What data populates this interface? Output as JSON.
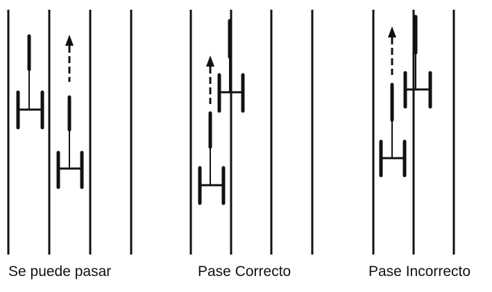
{
  "colors": {
    "ink": "#111111",
    "background": "#ffffff"
  },
  "panels": [
    {
      "caption": "Se puede pasar"
    },
    {
      "caption": "Pase Correcto"
    },
    {
      "caption": "Pase Incorrecto"
    }
  ]
}
